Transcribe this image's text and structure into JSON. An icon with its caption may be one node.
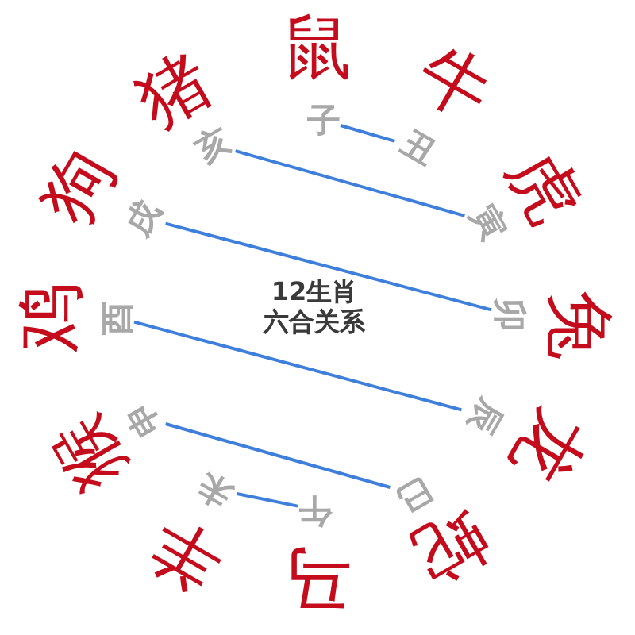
{
  "diagram": {
    "title": "12生肖六合关系",
    "nodes": [
      {
        "text": [
          "子"
        ],
        "beside": [
          "鼠"
        ]
      },
      {
        "text": [
          "丑"
        ],
        "beside": [
          "牛"
        ]
      },
      {
        "text": [
          "寅"
        ],
        "beside": [
          "虎"
        ]
      },
      {
        "text": [
          "卯"
        ],
        "beside": [
          "兔"
        ]
      },
      {
        "text": [
          "辰"
        ],
        "beside": [
          "龙"
        ]
      },
      {
        "text": [
          "巳"
        ],
        "beside": [
          "蛇"
        ]
      },
      {
        "text": [
          "午"
        ],
        "beside": [
          "马"
        ]
      },
      {
        "text": [
          "未"
        ],
        "beside": [
          "羊"
        ]
      },
      {
        "text": [
          "申"
        ],
        "beside": [
          "猴"
        ]
      },
      {
        "text": [
          "酉"
        ],
        "beside": [
          "鸡"
        ]
      },
      {
        "text": [
          "戌"
        ],
        "beside": [
          "狗"
        ]
      },
      {
        "text": [
          "亥"
        ],
        "beside": [
          "猪"
        ]
      }
    ],
    "edges": [
      {
        "from": 0,
        "to": 1,
        "arrow": "none"
      },
      {
        "from": 11,
        "to": 2,
        "arrow": "none"
      },
      {
        "from": 10,
        "to": 3,
        "arrow": "none"
      },
      {
        "from": 9,
        "to": 4,
        "arrow": "none"
      },
      {
        "from": 8,
        "to": 5,
        "arrow": "none"
      },
      {
        "from": 7,
        "to": 6,
        "arrow": "none"
      }
    ]
  }
}
